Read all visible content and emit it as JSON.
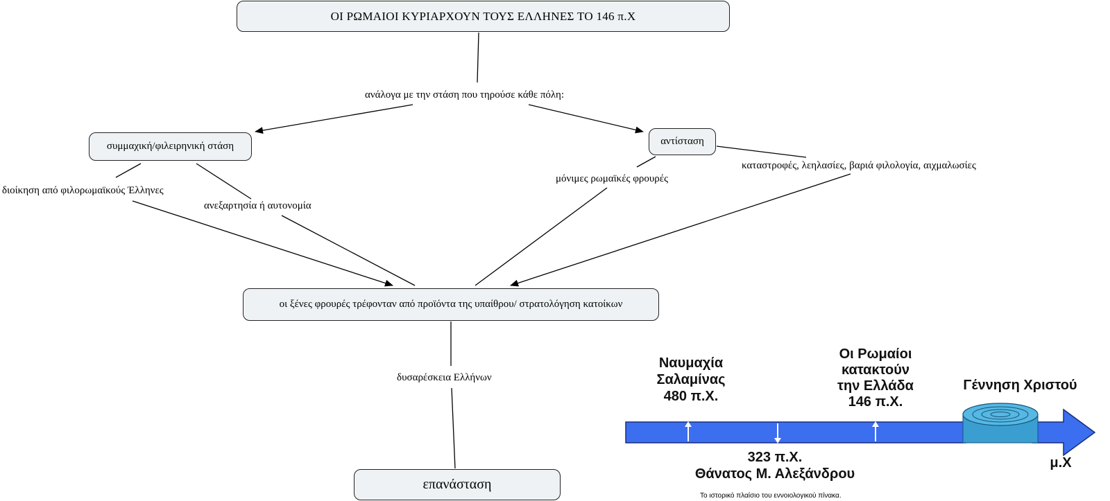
{
  "concept_map": {
    "root": "ΟΙ ΡΩΜΑΙΟΙ ΚΥΡΙΑΡΧΟΥΝ ΤΟΥΣ ΕΛΛΗΝΕΣ ΤΟ 146 π.Χ",
    "link_root": "ανάλογα με την στάση που τηρούσε κάθε πόλη:",
    "node_left": "συμμαχική/φιλειρηνική στάση",
    "node_right": "αντίσταση",
    "link_left_1": "διοίκηση από φιλορωμαϊκούς Έλληνες",
    "link_left_2": "ανεξαρτησία ή αυτονομία",
    "link_right_1": "μόνιμες ρωμαϊκές φρουρές",
    "link_right_2": "καταστροφές, λεηλασίες, βαριά φιλολογία, αιχμαλωσίες",
    "node_middle": "οι ξένες φρουρές τρέφονταν από προϊόντα της υπαίθρου/ στρατολόγηση κατοίκων",
    "link_bottom": "δυσαρέσκεια Ελλήνων",
    "node_bottom": "επανάσταση"
  },
  "timeline": {
    "event_1": [
      "Ναυμαχία",
      "Σαλαμίνας",
      "480 π.Χ."
    ],
    "event_2": [
      "323 π.Χ.",
      "Θάνατος Μ. Αλεξάνδρου"
    ],
    "event_3": [
      "Οι Ρωμαίοι",
      "κατακτούν",
      "την Ελλάδα",
      "146 π.Χ."
    ],
    "event_4": "Γέννηση Χριστού",
    "end_label": "μ.Χ",
    "caption": "Το ιστορικό πλαίσιο του εννοιολογικού πίνακα.",
    "colors": {
      "arrow": "#3b6ff0",
      "scroll": "#3a9fd0"
    }
  }
}
